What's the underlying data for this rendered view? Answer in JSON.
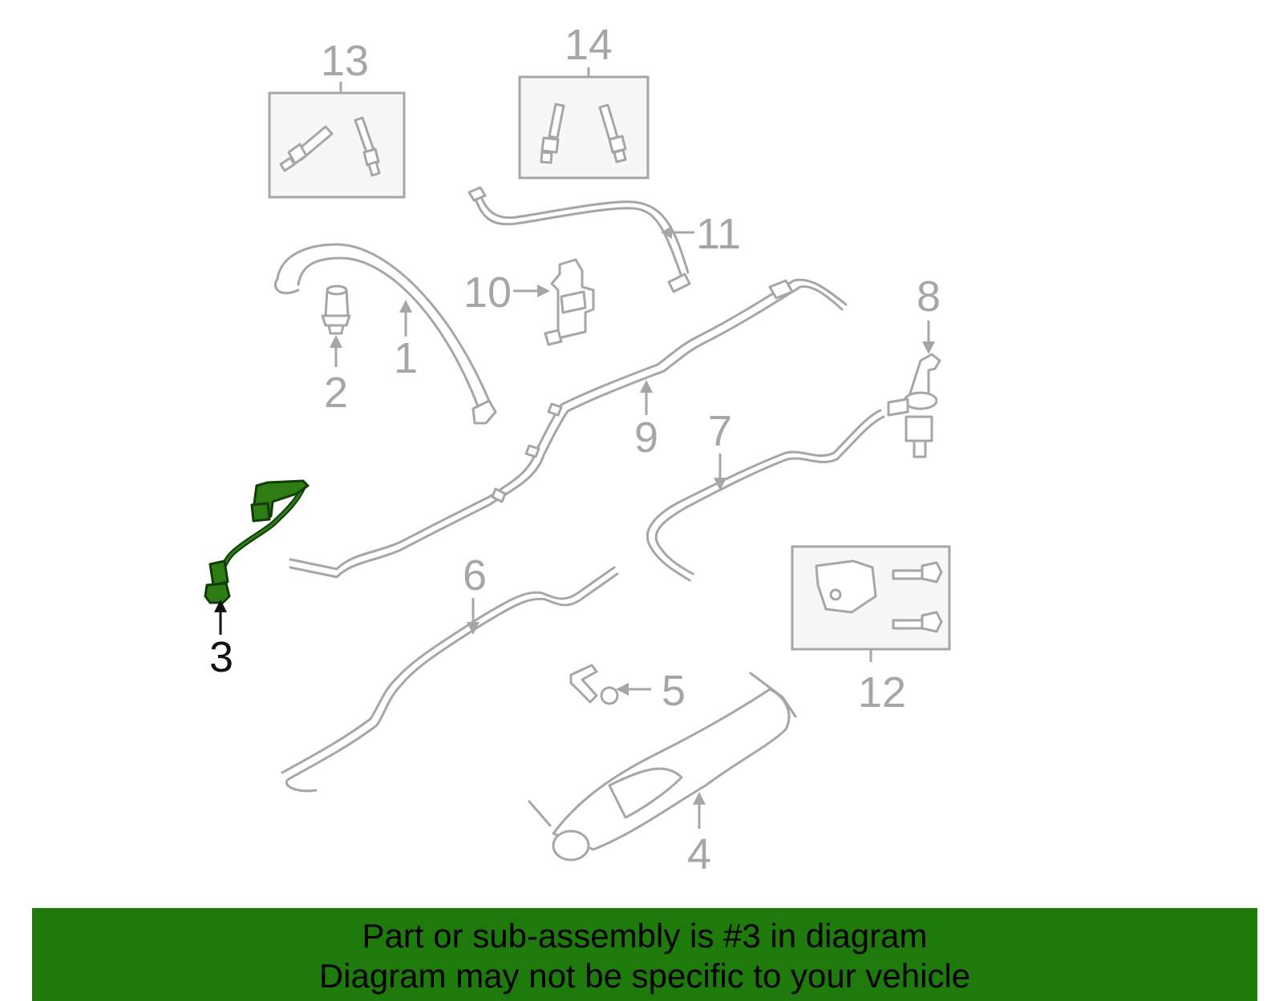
{
  "diagram": {
    "highlight_part": "3",
    "highlight_color": "#2e7d14",
    "part_color": "#a6a6a6",
    "callouts": {
      "p1": "1",
      "p2": "2",
      "p3": "3",
      "p4": "4",
      "p5": "5",
      "p6": "6",
      "p7": "7",
      "p8": "8",
      "p9": "9",
      "p10": "10",
      "p11": "11",
      "p12": "12",
      "p13": "13",
      "p14": "14"
    }
  },
  "banner": {
    "line1": "Part or sub-assembly is #3 in diagram",
    "line2": "Diagram may not be specific to your vehicle",
    "background": "#1d7a0b"
  }
}
